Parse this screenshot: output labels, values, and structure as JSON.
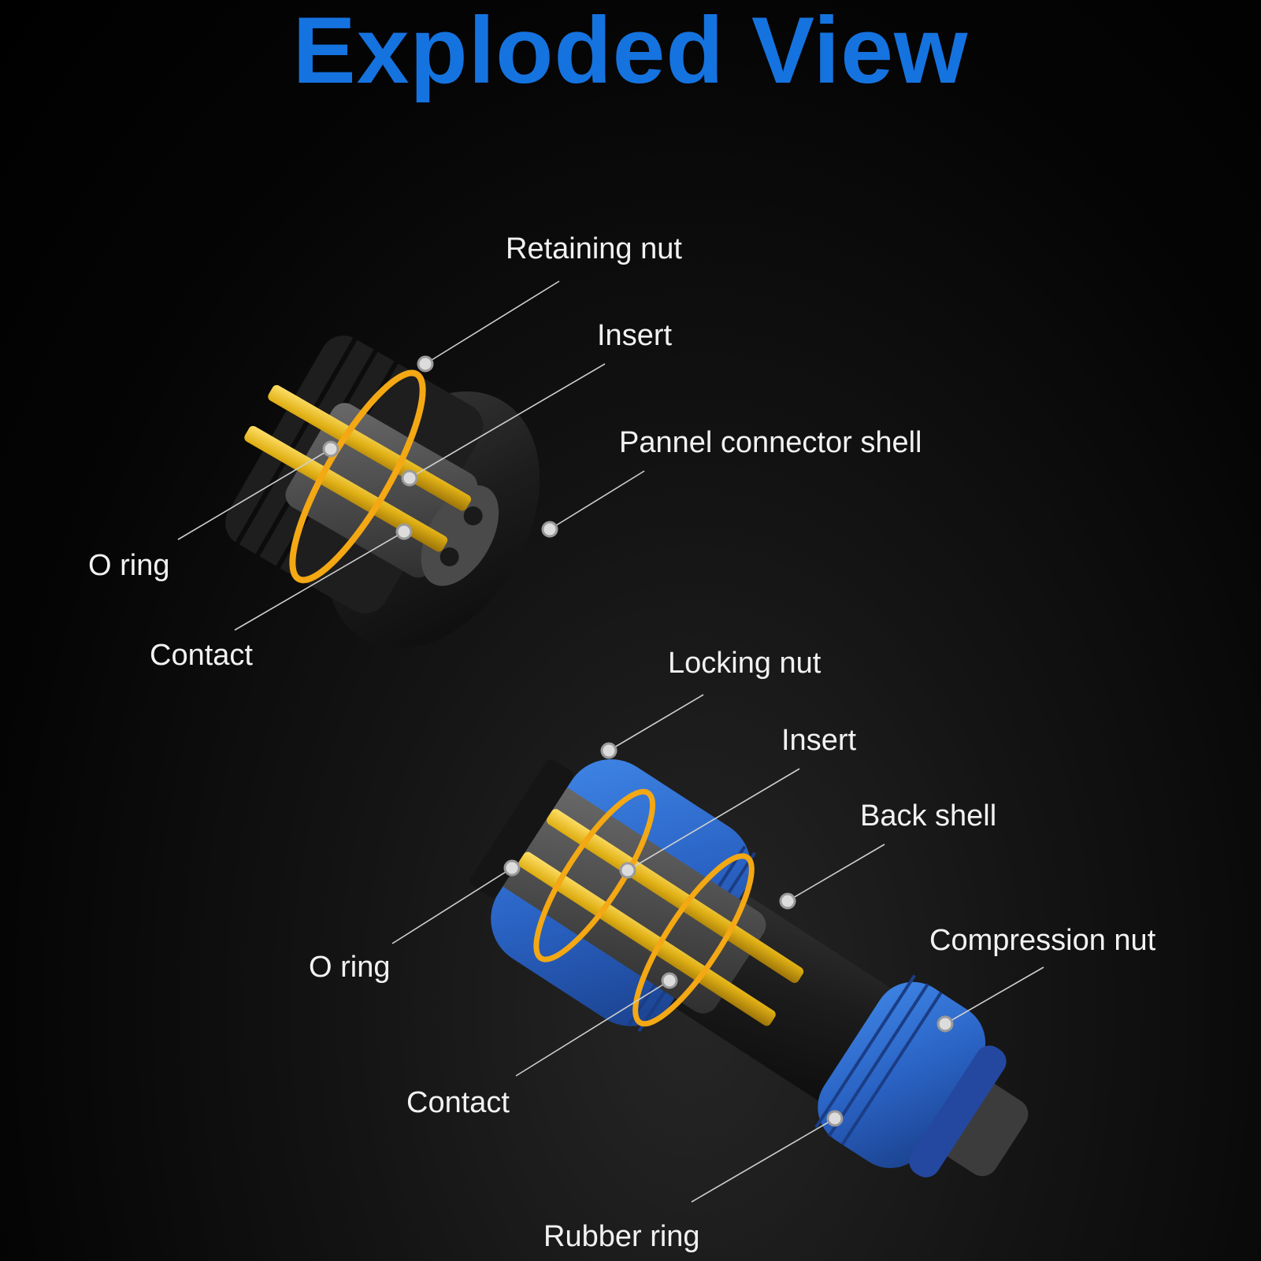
{
  "title": "Exploded View",
  "colors": {
    "title": "#1573e0",
    "label": "#f2f2f2",
    "contact_gold": "#e3b417",
    "o_ring": "#f3a814",
    "nut_blue": "#2a67c9",
    "body_black": "#1b1b1b"
  },
  "panel_connector": {
    "labels": {
      "retaining_nut": "Retaining nut",
      "insert": "Insert",
      "shell": "Pannel connector shell",
      "o_ring": "O ring",
      "contact": "Contact"
    }
  },
  "cable_connector": {
    "labels": {
      "locking_nut": "Locking nut",
      "insert": "Insert",
      "back_shell": "Back shell",
      "compression_nut": "Compression nut",
      "o_ring": "O ring",
      "contact": "Contact",
      "rubber_ring": "Rubber ring"
    }
  }
}
